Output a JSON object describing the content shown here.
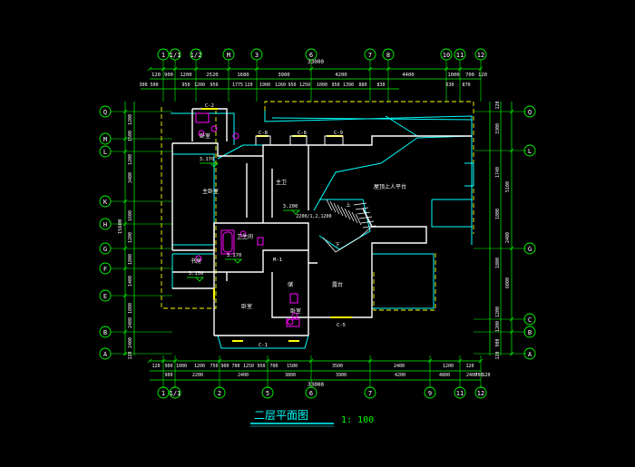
{
  "title": "二层平面图",
  "scale": "1: 100",
  "colors": {
    "background": "#000000",
    "wall": "#ffffff",
    "axis": "#00ff00",
    "dim": "#00ff00",
    "dimtext": "#ffffff",
    "outline": "#00ffff",
    "roof": "#ffff00",
    "furniture": "#ff00ff",
    "label": "#ffffff",
    "title": "#00ffff"
  },
  "grid": {
    "top_labels": [
      "1",
      "1/1",
      "1/2",
      "M",
      "3",
      "6",
      "7",
      "8",
      "10",
      "11",
      "12"
    ],
    "bottom_labels": [
      "1",
      "1/1",
      "2",
      "5",
      "6",
      "7",
      "9",
      "11",
      "12"
    ],
    "left_labels": [
      "Q",
      "M",
      "L",
      "K",
      "H",
      "G",
      "F",
      "E",
      "B",
      "A"
    ],
    "right_labels": [
      "Q",
      "L",
      "G",
      "C",
      "B",
      "A"
    ]
  },
  "dims": {
    "top_total": "33000",
    "top_row1": [
      "120",
      "900",
      "1200",
      "2520",
      "1680",
      "3900",
      "4200",
      "4400",
      "1000",
      "700",
      "120"
    ],
    "top_row2": [
      "300",
      "500",
      "950",
      "1200",
      "950",
      "1775",
      "120",
      "1900",
      "1260",
      "950",
      "1250",
      "1000",
      "950",
      "1390",
      "880",
      "830",
      "630",
      "870"
    ],
    "bottom_row1": [
      "120",
      "900",
      "1000",
      "1200",
      "750",
      "900",
      "700",
      "1250",
      "950",
      "700",
      "1500",
      "3500",
      "2400",
      "1200",
      "120"
    ],
    "bottom_row2": [
      "900",
      "2200",
      "2400",
      "3800",
      "3900",
      "4200",
      "4800",
      "2400",
      "700",
      "120"
    ],
    "bottom_total": "33000",
    "left_col": [
      "1200",
      "1500",
      "1200",
      "3400",
      "1600",
      "1200",
      "1800",
      "1400",
      "1800",
      "2400",
      "2400",
      "120"
    ],
    "left_total": "15600",
    "right_col": [
      "120",
      "3300",
      "1740",
      "5100",
      "1800",
      "2400",
      "1800",
      "6000",
      "1200",
      "1200",
      "900",
      "120"
    ]
  },
  "rooms": [
    {
      "name": "卧室"
    },
    {
      "name": "主卧室"
    },
    {
      "name": "卫生间"
    },
    {
      "name": "主卫"
    },
    {
      "name": "书房"
    },
    {
      "name": "卧室"
    },
    {
      "name": "卧室"
    },
    {
      "name": "露台"
    },
    {
      "name": "屋顶上人平台"
    },
    {
      "name": "储"
    }
  ],
  "marks": {
    "window_c2": "C-2",
    "window_c8": "C-8",
    "window_c9": "C-9",
    "window_c5": "C-5",
    "window_c1": "C-1",
    "door_m1": "M-1",
    "level_a": "3.170",
    "level_b": "3.170",
    "level_c": "3.150",
    "level_d": "3.200",
    "stair_dim": "2200/1,2,1200",
    "stair_note": "上",
    "stair_down": "下"
  }
}
